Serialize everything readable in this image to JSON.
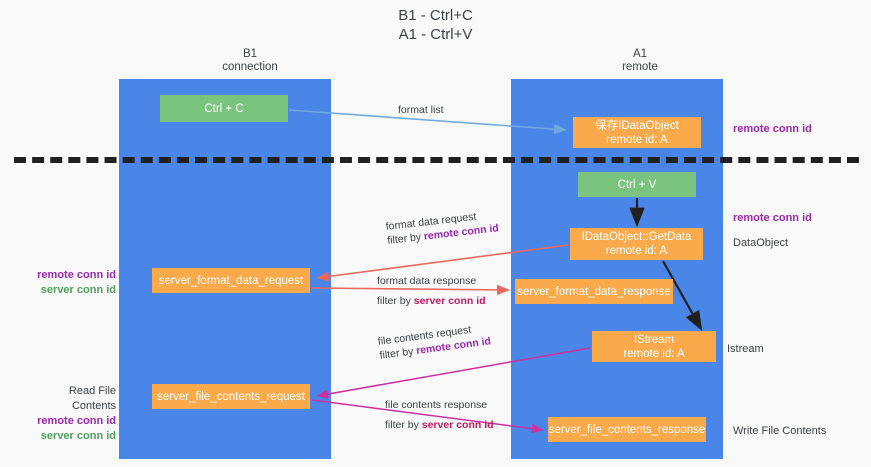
{
  "title": "B1 - Ctrl+C\nA1 - Ctrl+V",
  "columns": {
    "left": "B1\nconnection",
    "right": "A1\nremote"
  },
  "nodes": {
    "ctrl_c": "Ctrl + C",
    "save_idataobject": "保存IDataObject\nremote id: A",
    "ctrl_v": "Ctrl + V",
    "getdata": "IDataObject::GetData\nremote id: A",
    "server_format_data_request": "server_format_data_request",
    "server_format_data_response": "server_format_data_response",
    "istream": "IStream\nremote id: A",
    "server_file_contents_request": "server_file_contents_request",
    "server_file_contents_response": "server_file_contents_response"
  },
  "edges": {
    "format_list": "format list",
    "format_data_request": "format data request",
    "format_data_request_filter_prefix": "filter by ",
    "format_data_request_filter_key": "remote conn id",
    "format_data_response": "format data response",
    "format_data_response_filter_prefix": "filter by ",
    "format_data_response_filter_key": "server conn id",
    "file_contents_request": "file contents request",
    "file_contents_request_filter_prefix": "filter by ",
    "file_contents_request_filter_key": "remote conn id",
    "file_contents_response": "file contents response",
    "file_contents_response_filter_prefix": "filter by ",
    "file_contents_response_filter_key": "server conn id"
  },
  "annotations": {
    "remote_conn_id": "remote conn id",
    "server_conn_id": "server conn id",
    "dataobject": "DataObject",
    "istream": "Istream",
    "read_file_contents": "Read File Contents",
    "write_file_contents": "Write File Contents"
  },
  "colors": {
    "lane": "#4a86e8",
    "green_node": "#7ac47f",
    "orange_node": "#fbaa4b",
    "purple_text": "#9c27b0",
    "green_text": "#4aa25a",
    "magenta_text": "#c2185b",
    "blue_arrow": "#6fa8dc",
    "red_arrow": "#e8685d",
    "magenta_arrow": "#cc2fa0",
    "black_arrow": "#202020",
    "background": "#f9f9fa"
  }
}
